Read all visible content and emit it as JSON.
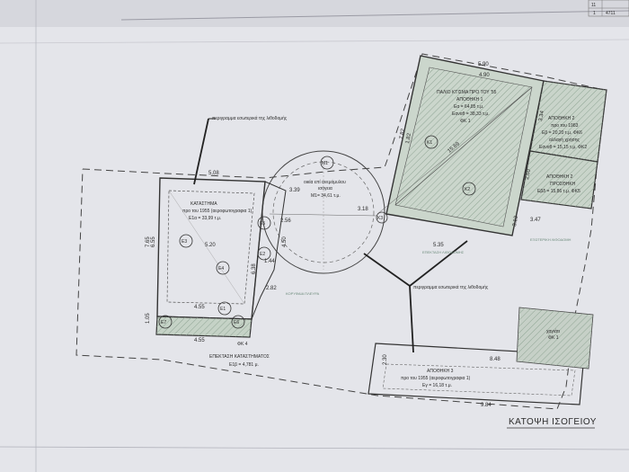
{
  "plan_title": "ΚΑΤΟΨΗ ΙΣΟΓΕΙΟΥ",
  "perimeter_label_top": "περιγραμμα εσωτερικά της λιθοδομής",
  "perimeter_label_bottom": "περιγραμμα εσωτερικά της λιθοδομής",
  "shop": {
    "title": "ΚΑΤΑΣΤΗΜΑ",
    "line1": "προ του 1955 (αεροφωτογραφια 1)",
    "line2": "Ε1α = 33,99 τ.μ."
  },
  "extension": {
    "fk": "ΦΚ 4",
    "title": "ΕΠΕΚΤΑΣΗ ΚΑΤΑΣΤΗΜΑΤΟΣ",
    "area": "Ε1β = 4,781 μ."
  },
  "hut": {
    "title": "οικία επί ανεμόμυλου",
    "line1": "ισόγεια",
    "area": "Μ1= 34,61 τ.μ.",
    "marker": "Μ1"
  },
  "old_building": {
    "title": "ΠΑΛΙΟ ΚΤΙΣΜΑ ΠΡΟ ΤΟΥ '55",
    "sub": "ΑΠΟΘΗΚΗ 1",
    "area1": "Εα = 64,85 τ.μ.",
    "area2": "Εαναθ = 38,33 τ.μ.",
    "fk": "ΦΚ 1"
  },
  "storage2": {
    "title": "ΑΠΟΘΗΚΗ 2",
    "line1": "προ του 1983",
    "area": "Εβ = 20,20 τ.μ.  ΦΚ6",
    "line2": "αλλαγή χρήσης",
    "area2": "Εαναθ = 15,15 τ.μ.  ΦΚ2"
  },
  "storage2b": {
    "title": "ΑΠΟΘΗΚΗ 2",
    "line1": "ΠΡΟΣΘΗΚΗ",
    "area": "Εβδ = 15,86 τ.μ.  ΦΚ5"
  },
  "storage3": {
    "title": "ΑΠΟΘΗΚΗ 3",
    "line1": "προ του 1955 (αεροφωτογραφια 1)",
    "area": "Εγ = 16,18 τ.μ."
  },
  "shed": {
    "title": "χαγιάτι",
    "fk": "ΦΚ 1"
  },
  "circle_markers": [
    "Ε3",
    "Ε4",
    "Ε1",
    "Ε6",
    "Ε7",
    "Ε5",
    "Ε2",
    "Κ3",
    "Κ1",
    "Κ2"
  ],
  "dimensions": [
    "5.08",
    "6.55",
    "7.65",
    "1.05",
    "4.55",
    "4.55",
    "3.39",
    "1.44",
    "2.82",
    "6.38",
    "4.50",
    "2.56",
    "3.18",
    "1.82",
    "5.90",
    "4.90",
    "7.82",
    "5.35",
    "8.48",
    "9.84",
    "2.30",
    "3.47",
    "2.60",
    "3.13",
    "3.34",
    "5.20",
    "15.69"
  ],
  "corner_table": [
    "11",
    "4711",
    "1"
  ],
  "notes": [
    "ΕΠΕΚΤΑΣΗ ΛΙΘΟΔΟΜΗΣ",
    "ΚΟΡΥΦΑΙΑ ΠΛΕΥΡΑ",
    "ΕΞΩΤΕΡΙΚΗ ΛΙΘΟΔΟΜΗ"
  ]
}
